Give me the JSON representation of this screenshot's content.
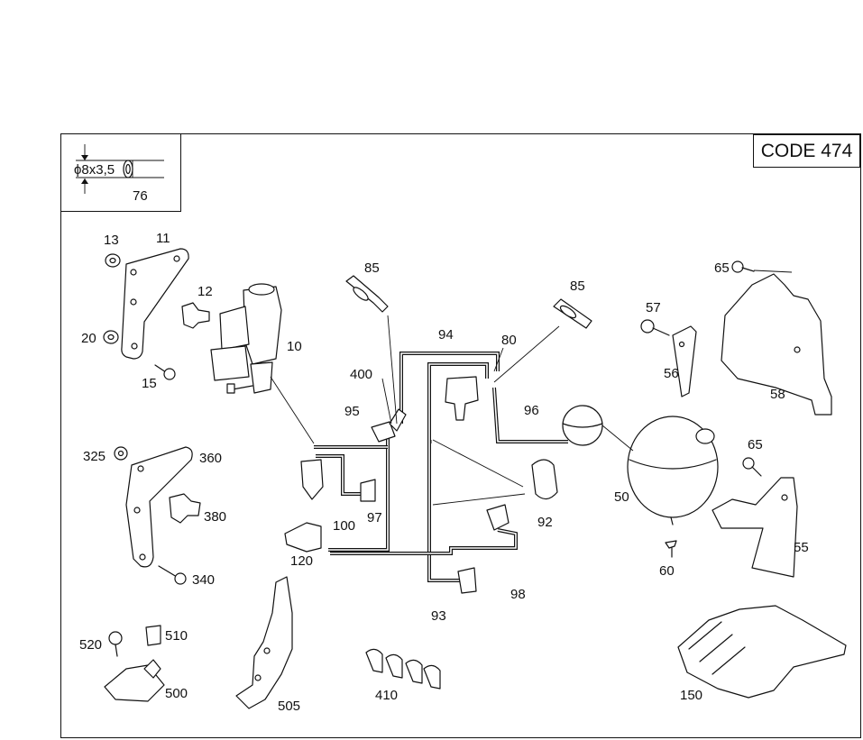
{
  "header": {
    "code_label": "CODE 474"
  },
  "legend": {
    "dimension": "ϕ8x3,5",
    "part": "76"
  },
  "callouts": {
    "c13": "13",
    "c11": "11",
    "c12": "12",
    "c20": "20",
    "c10": "10",
    "c15": "15",
    "c85a": "85",
    "c85b": "85",
    "c94": "94",
    "c80": "80",
    "c400": "400",
    "c95": "95",
    "c96": "96",
    "c57": "57",
    "c56": "56",
    "c65a": "65",
    "c58": "58",
    "c65b": "65",
    "c325": "325",
    "c360": "360",
    "c380": "380",
    "c340": "340",
    "c100": "100",
    "c97": "97",
    "c92": "92",
    "c50": "50",
    "c55": "55",
    "c60": "60",
    "c120": "120",
    "c98": "98",
    "c93": "93",
    "c520": "520",
    "c510": "510",
    "c500": "500",
    "c505": "505",
    "c410": "410",
    "c150": "150"
  }
}
